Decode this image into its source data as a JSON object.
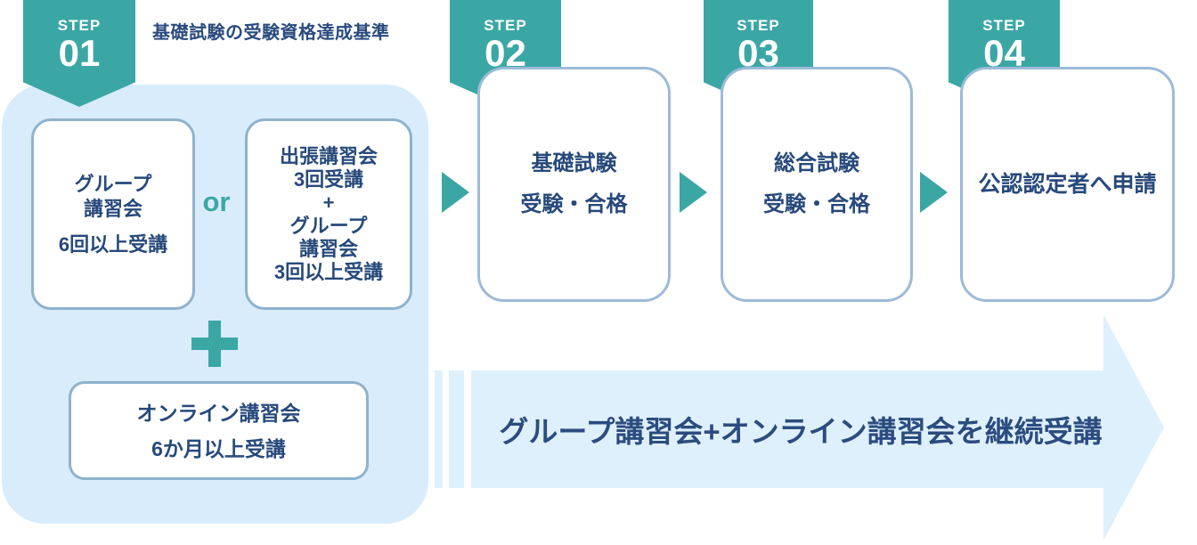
{
  "title": "基礎試験の受験資格達成基準",
  "colors": {
    "teal": "#3BA7A5",
    "panel_bg": "#D9ECFB",
    "arrow_bg": "#DFF0FD",
    "box_border_panel": "#8FB2CC",
    "box_border_step": "#9CBBD8",
    "text_navy": "#27497B"
  },
  "steps": [
    {
      "badge": {
        "step": "STEP",
        "number": "01"
      },
      "group_box": {
        "lines": [
          "グループ",
          "講習会",
          "6回以上受講"
        ]
      },
      "or_label": "or",
      "onsite_box": {
        "lines": [
          "出張講習会",
          "3回受講",
          "+",
          "グループ",
          "講習会",
          "3回以上受講"
        ]
      },
      "plus_label": "+",
      "online_box": {
        "lines": [
          "オンライン講習会",
          "6か月以上受講"
        ]
      }
    },
    {
      "badge": {
        "step": "STEP",
        "number": "02"
      },
      "lines": [
        "基礎試験",
        "受験・合格"
      ]
    },
    {
      "badge": {
        "step": "STEP",
        "number": "03"
      },
      "lines": [
        "総合試験",
        "受験・合格"
      ]
    },
    {
      "badge": {
        "step": "STEP",
        "number": "04"
      },
      "lines": [
        "公認認定者へ申請"
      ]
    }
  ],
  "continuous_arrow": {
    "label": "グループ講習会+オンライン講習会を継続受講"
  }
}
